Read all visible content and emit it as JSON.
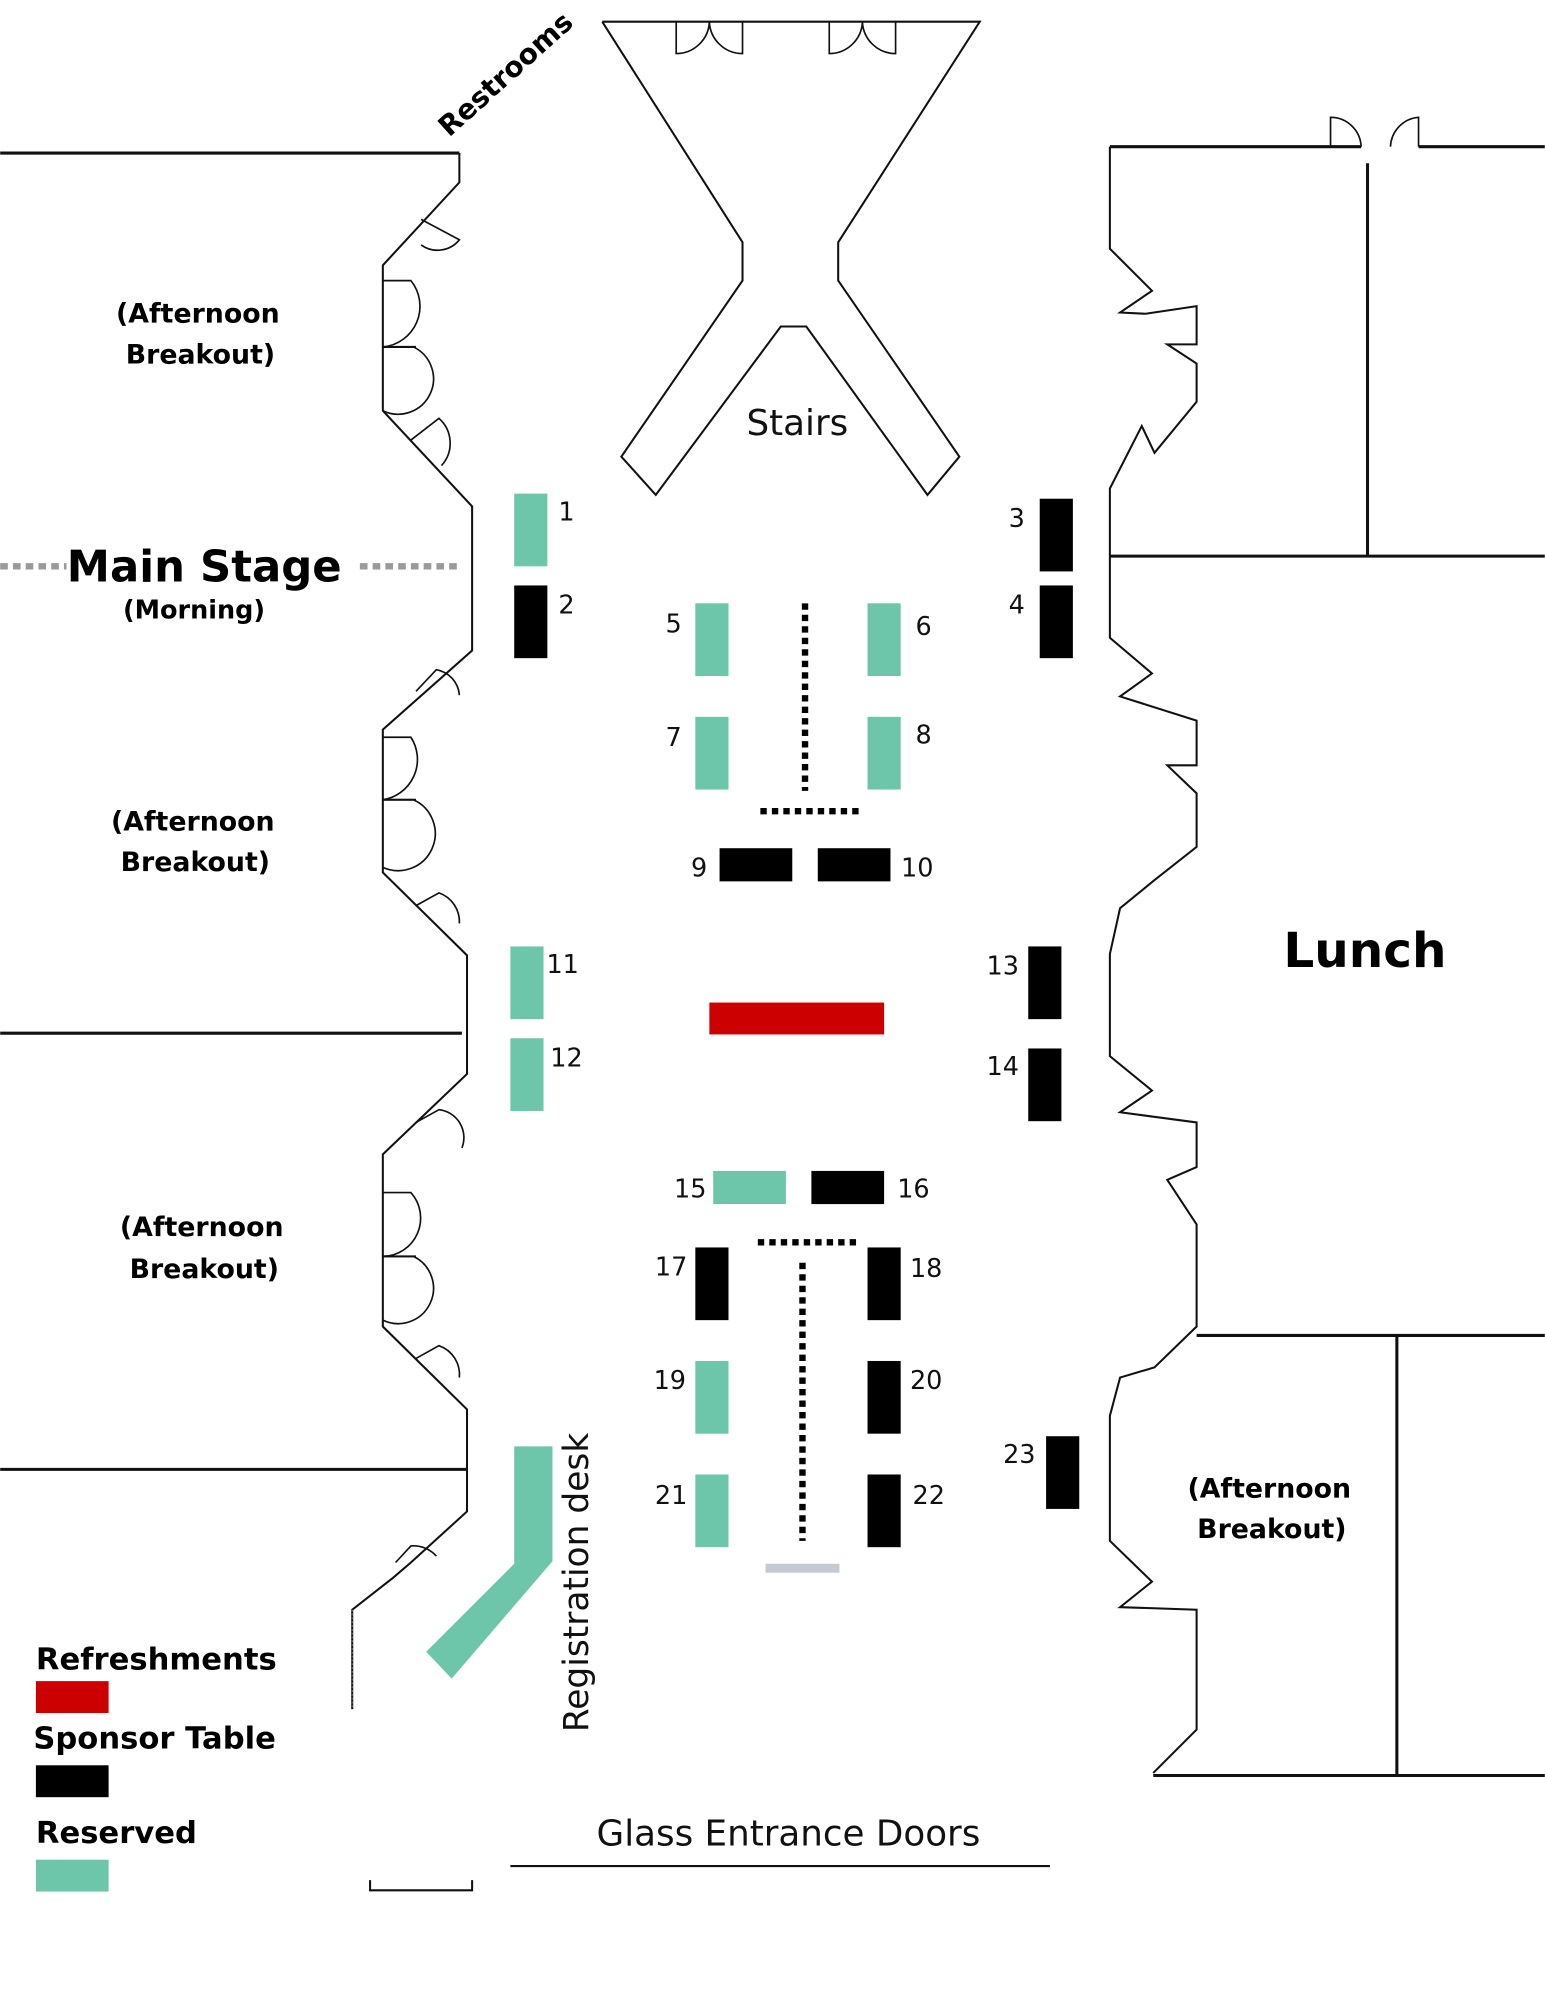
{
  "title": "Event Floor Plan",
  "colors": {
    "reserved": "#6dc5aa",
    "sponsor": "#000000",
    "refreshments": "#cc0000",
    "aisle_marker": "#c5c9d2",
    "stage_dash": "#9a9a9a"
  },
  "labels": {
    "restrooms": "Restrooms",
    "stairs": "Stairs",
    "main_stage": "Main Stage",
    "main_stage_sub": "(Morning)",
    "lunch": "Lunch",
    "breakout_line1": "(Afternoon",
    "breakout_line2": "Breakout)",
    "registration_desk": "Registration desk",
    "glass_entrance": "Glass Entrance Doors"
  },
  "legend": {
    "items": [
      {
        "label": "Refreshments",
        "type": "refreshments"
      },
      {
        "label": "Sponsor Table",
        "type": "sponsor"
      },
      {
        "label": "Reserved",
        "type": "reserved"
      }
    ]
  },
  "tables": [
    {
      "number": "1",
      "type": "reserved"
    },
    {
      "number": "2",
      "type": "sponsor"
    },
    {
      "number": "3",
      "type": "sponsor"
    },
    {
      "number": "4",
      "type": "sponsor"
    },
    {
      "number": "5",
      "type": "reserved"
    },
    {
      "number": "6",
      "type": "reserved"
    },
    {
      "number": "7",
      "type": "reserved"
    },
    {
      "number": "8",
      "type": "reserved"
    },
    {
      "number": "9",
      "type": "sponsor"
    },
    {
      "number": "10",
      "type": "sponsor"
    },
    {
      "number": "11",
      "type": "reserved"
    },
    {
      "number": "12",
      "type": "reserved"
    },
    {
      "number": "13",
      "type": "sponsor"
    },
    {
      "number": "14",
      "type": "sponsor"
    },
    {
      "number": "15",
      "type": "reserved"
    },
    {
      "number": "16",
      "type": "sponsor"
    },
    {
      "number": "17",
      "type": "sponsor"
    },
    {
      "number": "18",
      "type": "sponsor"
    },
    {
      "number": "19",
      "type": "reserved"
    },
    {
      "number": "20",
      "type": "sponsor"
    },
    {
      "number": "21",
      "type": "reserved"
    },
    {
      "number": "22",
      "type": "sponsor"
    },
    {
      "number": "23",
      "type": "sponsor"
    }
  ],
  "refreshments_tables": [
    {
      "type": "refreshments"
    }
  ],
  "registration_desk": {
    "type": "reserved"
  }
}
